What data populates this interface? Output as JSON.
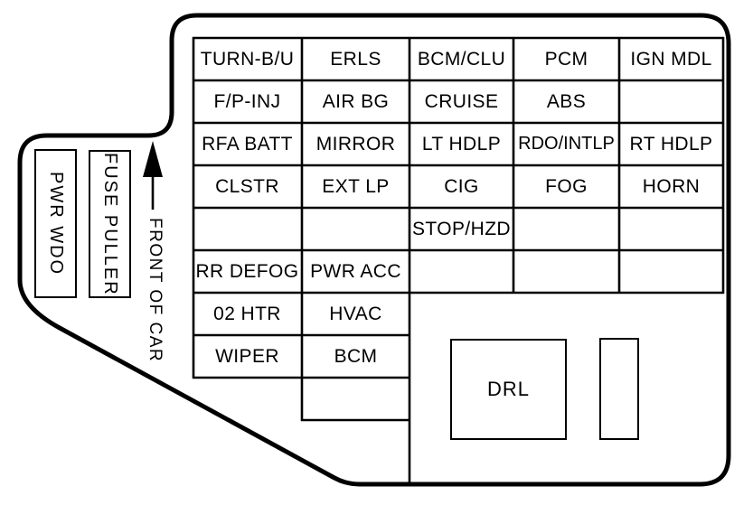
{
  "colors": {
    "ink": "#000000",
    "background": "#ffffff"
  },
  "side_slots": {
    "pwr_wdo": "PWR WDO",
    "fuse_puller": "FUSE PULLER"
  },
  "front_arrow_label": "FRONT OF CAR",
  "fuse_grid": {
    "rows": [
      [
        "TURN-B/U",
        "ERLS",
        "BCM/CLU",
        "PCM",
        "IGN MDL"
      ],
      [
        "F/P-INJ",
        "AIR BG",
        "CRUISE",
        "ABS",
        ""
      ],
      [
        "RFA BATT",
        "MIRROR",
        "LT HDLP",
        "RDO/INTLP",
        "RT HDLP"
      ],
      [
        "CLSTR",
        "EXT LP",
        "CIG",
        "FOG",
        "HORN"
      ],
      [
        "",
        "",
        "STOP/HZD",
        "",
        ""
      ],
      [
        "RR DEFOG",
        "PWR ACC",
        "",
        "",
        ""
      ],
      [
        "02 HTR",
        "HVAC"
      ],
      [
        "WIPER",
        "BCM"
      ],
      [
        null,
        ""
      ]
    ]
  },
  "relays": {
    "drl": "DRL"
  }
}
